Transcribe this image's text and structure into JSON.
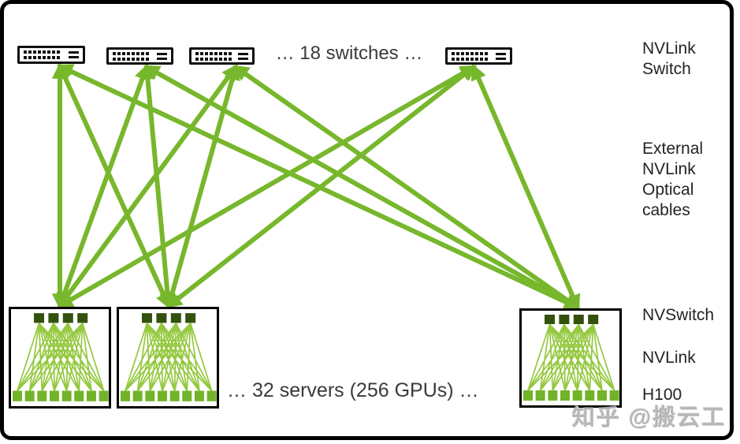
{
  "diagram": {
    "top_row": {
      "caption": "… 18 switches …",
      "visible_switch_count": 4,
      "icon_name": "nvlink-switch-icon"
    },
    "bottom_row": {
      "caption": "… 32 servers (256 GPUs) …",
      "visible_server_count": 3,
      "nvswitches_per_server": 4,
      "gpus_per_server": 8
    },
    "connections": {
      "pattern": "every visible switch connects to every visible server",
      "count": 12
    },
    "labels": {
      "nvlink_switch": "NVLink\nSwitch",
      "external_cables": "External\nNVLink\nOptical\ncables",
      "nvswitch": "NVSwitch",
      "nvlink": "NVLink",
      "h100": "H100"
    },
    "watermark": "知乎 @搬云工",
    "colors": {
      "link_green": "#77b72c",
      "mesh_green": "#94c83e",
      "gpu_green": "#72b32a",
      "nvswitch_dark": "#33510d",
      "border_black": "#000000",
      "text_dark": "#3a3a3a",
      "watermark_gray": "#acacac"
    }
  }
}
